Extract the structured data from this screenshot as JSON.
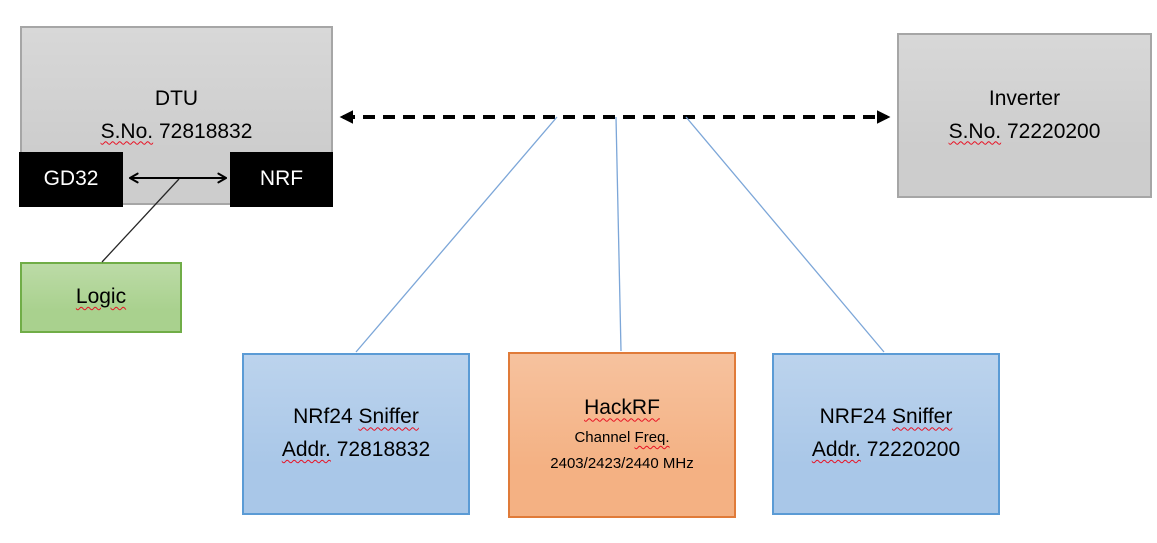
{
  "colors": {
    "gray_fill": "#cdcdcd",
    "gray_border": "#a6a6a6",
    "black_fill": "#000000",
    "green_fill": "#a9d18e",
    "green_border": "#70ad47",
    "blue_fill": "#a9c7e8",
    "blue_border": "#5b9bd5",
    "orange_fill": "#f4b183",
    "orange_border": "#e07b39",
    "connector_blue": "#7ca6d8",
    "arrow_black": "#000000",
    "squiggle_red": "#e81123",
    "text_color": "#000000"
  },
  "dtu_box": {
    "title": "DTU",
    "serial_prefix": "S.No.",
    "serial_number": "72818832"
  },
  "gd32_chip": {
    "label": "GD32"
  },
  "nrf_chip": {
    "label": "NRF"
  },
  "logic_box": {
    "label": "Logic"
  },
  "inverter_box": {
    "title": "Inverter",
    "serial_prefix": "S.No.",
    "serial_number": "72220200"
  },
  "sniffer_left_box": {
    "name_prefix": "NRf24",
    "name_word": "Sniffer",
    "addr_prefix": "Addr.",
    "addr_number": "72818832"
  },
  "hackrf_box": {
    "title": "HackRF",
    "channel_prefix": "Channel",
    "channel_word": "Freq.",
    "frequencies": "2403/2423/2440 MHz"
  },
  "sniffer_right_box": {
    "name_prefix": "NRF24",
    "name_word": "Sniffer",
    "addr_prefix": "Addr.",
    "addr_number": "72220200"
  }
}
